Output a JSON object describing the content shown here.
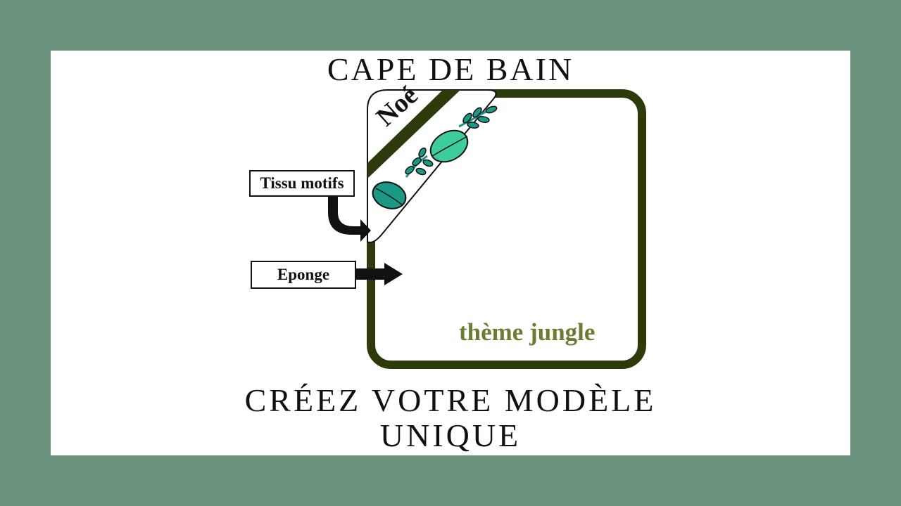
{
  "title": "CAPE DE BAIN",
  "labels": {
    "tissu": "Tissu motifs",
    "eponge": "Eponge",
    "name": "Noé",
    "theme": "thème jungle"
  },
  "cta": {
    "line1": "CRÉEZ VOTRE MODÈLE",
    "line2": "UNIQUE"
  },
  "colors": {
    "background": "#6b937d",
    "card": "#ffffff",
    "outline": "#2d3a0c",
    "theme_text": "#6b7d32",
    "leaf_dark": "#1a9a86",
    "leaf_light": "#3dcc9e"
  },
  "icons": [
    "curved-arrow-icon",
    "right-arrow-icon",
    "leaf-icon"
  ]
}
